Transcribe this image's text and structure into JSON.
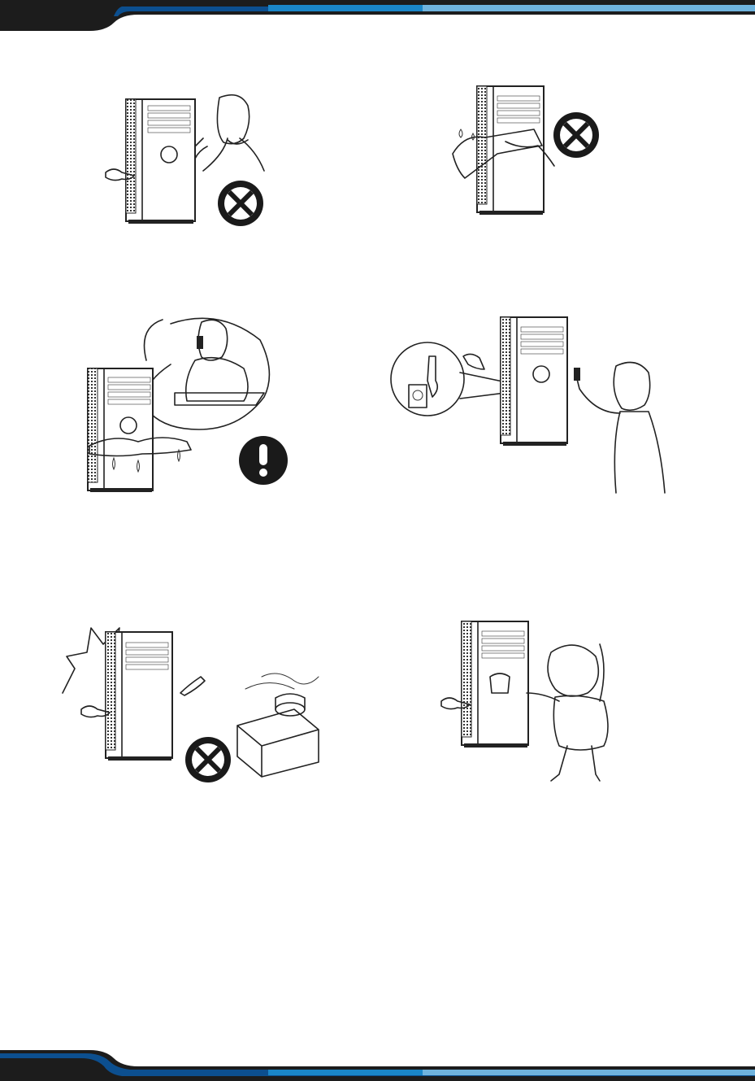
{
  "header": {
    "band_colors": {
      "dark": "#1c1c1c",
      "blue_dark": "#0c4f8f",
      "blue": "#1a86c8",
      "blue_light": "#6fb3dd"
    }
  },
  "footer": {
    "band_colors": {
      "dark": "#1c1c1c",
      "blue_dark": "#0c4f8f",
      "blue": "#1a86c8",
      "blue_light": "#6fb3dd"
    }
  },
  "illustrations": [
    {
      "id": "panel-1",
      "depicts": "unit-with-woman-prohibited",
      "badge": "prohibited-icon"
    },
    {
      "id": "panel-2",
      "depicts": "wet-hands-on-unit-prohibited",
      "badge": "prohibited-icon"
    },
    {
      "id": "panel-3",
      "depicts": "leaking-unit-call-service",
      "badge": "warning-icon"
    },
    {
      "id": "panel-4",
      "depicts": "pulling-plug-from-outlet",
      "badge": ""
    },
    {
      "id": "panel-5",
      "depicts": "unit-near-gas-stove-prohibited",
      "badge": "prohibited-icon"
    },
    {
      "id": "panel-6",
      "depicts": "child-pushing-unit",
      "badge": ""
    }
  ],
  "colors": {
    "ink": "#222222",
    "badge_red": "#1a1a1a",
    "badge_fill": "#ffffff"
  }
}
